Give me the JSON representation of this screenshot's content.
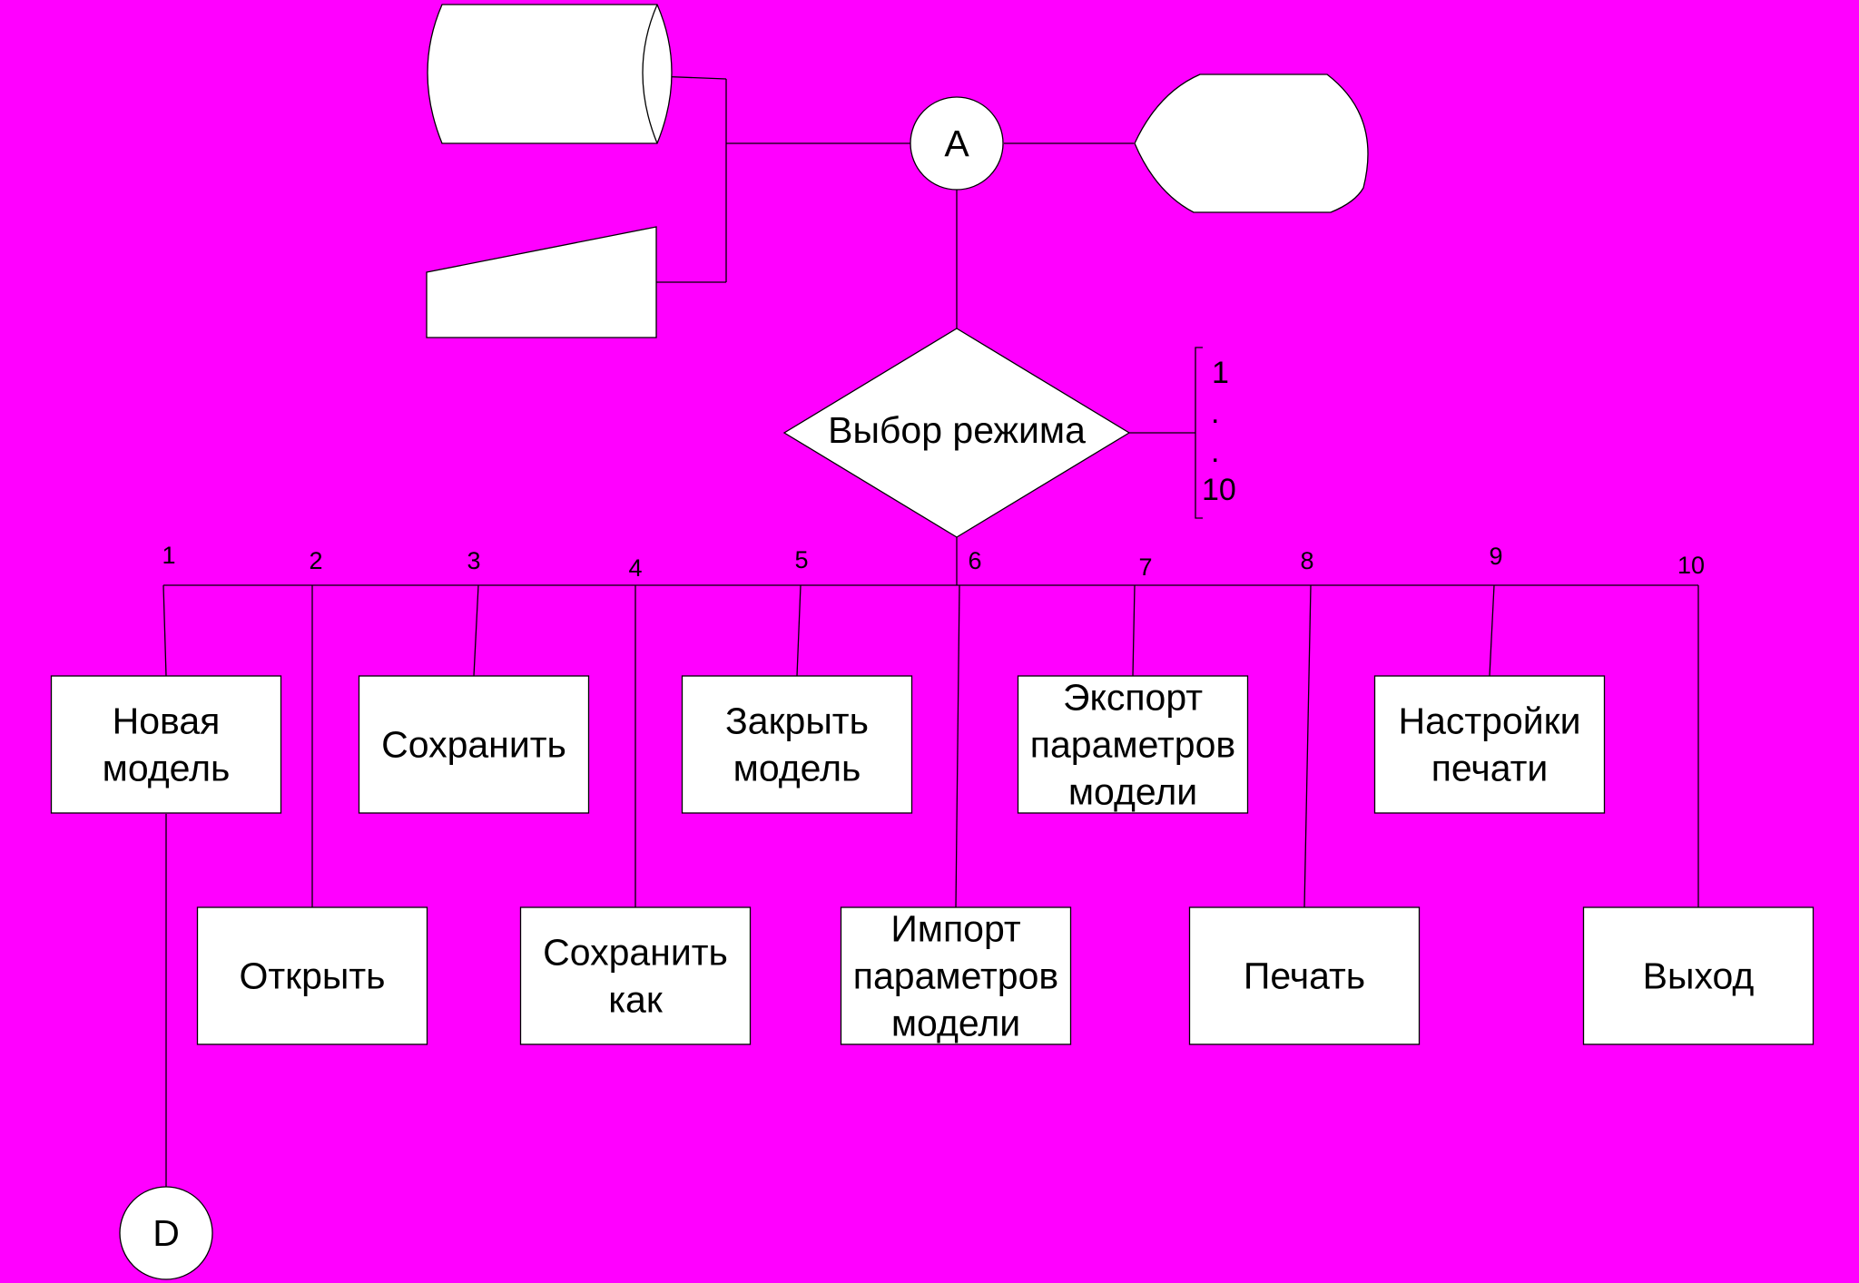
{
  "colors": {
    "background": "#ff00ff",
    "shape_fill": "#ffffff",
    "line": "#000000"
  },
  "connectors": {
    "top": "A",
    "bottom": "D"
  },
  "decision": {
    "label": "Выбор режима",
    "range_first": "1",
    "range_dot1": ".",
    "range_dot2": ".",
    "range_last": "10"
  },
  "storage_shapes": [
    "cylinder",
    "manual-input",
    "display"
  ],
  "branches": [
    {
      "num": "1",
      "lines": [
        "Новая",
        "модель"
      ]
    },
    {
      "num": "2",
      "lines": [
        "Открыть"
      ]
    },
    {
      "num": "3",
      "lines": [
        "Сохранить"
      ]
    },
    {
      "num": "4",
      "lines": [
        "Сохранить",
        "как"
      ]
    },
    {
      "num": "5",
      "lines": [
        "Закрыть",
        "модель"
      ]
    },
    {
      "num": "6",
      "lines": [
        "Импорт",
        "параметров",
        "модели"
      ]
    },
    {
      "num": "7",
      "lines": [
        "Экспорт",
        "параметров",
        "модели"
      ]
    },
    {
      "num": "8",
      "lines": [
        "Печать"
      ]
    },
    {
      "num": "9",
      "lines": [
        "Настройки",
        "печати"
      ]
    },
    {
      "num": "10",
      "lines": [
        "Выход"
      ]
    }
  ]
}
